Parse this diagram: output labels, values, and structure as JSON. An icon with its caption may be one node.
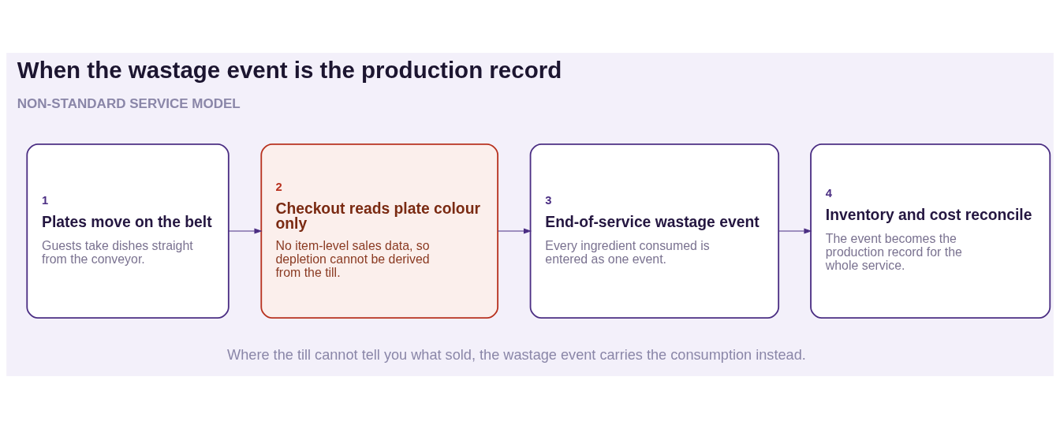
{
  "diagram": {
    "title": "When the wastage event is the production record",
    "caption": "Where the till cannot tell you what sold, the wastage event carries the consumption instead.",
    "nodes": [
      {
        "text": [
          "1",
          "Plates move on the belt",
          "Guests take dishes straight from the conveyor."
        ]
      },
      {
        "text": [
          "2",
          "Checkout reads plate colour only",
          "No item-level sales data, so depletion cannot be derived from the till."
        ]
      },
      {
        "text": [
          "3",
          "End-of-service wastage event",
          "Every ingredient consumed is entered as one event."
        ]
      },
      {
        "text": [
          "4",
          "Inventory and cost reconcile",
          "The event becomes the production record for the whole service."
        ]
      }
    ],
    "edges": [
      {
        "from": 0,
        "to": 1,
        "arrow": "to"
      },
      {
        "from": 1,
        "to": 2,
        "arrow": "to"
      },
      {
        "from": 2,
        "to": 3,
        "arrow": "to"
      }
    ],
    "labels": [
      "NON-STANDARD SERVICE MODEL"
    ]
  }
}
